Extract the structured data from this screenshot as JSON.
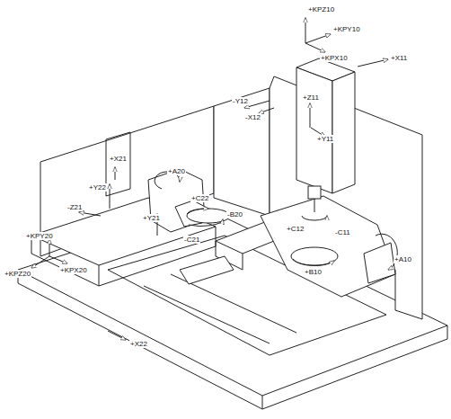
{
  "diagram": {
    "labels": [
      "+KPZ10",
      "+KPY10",
      "+KPX10",
      "+X11",
      "-Y12",
      "-X12",
      "+Z11",
      "+Y11",
      "+X21",
      "+A20",
      "+Y22",
      "+C22",
      "-Z21",
      "+Y21",
      "-B20",
      "-C21",
      "+C12",
      "-C11",
      "+KPY20",
      "+KPX20",
      "+KPZ20",
      "+B10",
      "+A10",
      "+X22"
    ]
  }
}
